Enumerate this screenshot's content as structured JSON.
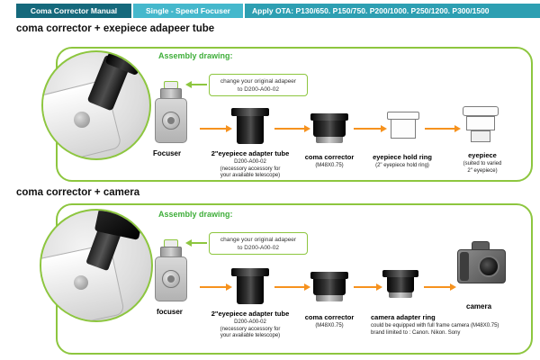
{
  "header": {
    "title": "Coma Corrector Manual",
    "focuser_type": "Single - Speed Focuser",
    "apply_ota": "Apply OTA: P130/650. P150/750. P200/1000. P250/1200. P300/1500"
  },
  "colors": {
    "green_accent": "#8dc63f",
    "arrow_orange": "#f6921e",
    "teal_dark": "#15697c",
    "teal_light": "#45b8cc",
    "teal_mid": "#2d9fb2"
  },
  "section1": {
    "heading": "coma corrector + exepiece adapeer tube",
    "assembly_label": "Assembly drawing:",
    "note_line1": "change your original adapeer",
    "note_line2": "to D200-A00-02",
    "focuser_label": "Focuser",
    "adapter_name": "2\"eyepiece adapter tube",
    "adapter_code": "D200-A00-02",
    "adapter_desc1": "(necessory accessory for",
    "adapter_desc2": "your available telescope)",
    "corrector_name": "coma corrector",
    "corrector_spec": "(M48X0.75)",
    "holdring_name": "eyepiece hold ring",
    "holdring_spec": "(2\" eyepiece hold ring)",
    "eyepiece_name": "eyepiece",
    "eyepiece_spec1": "(suited to varied",
    "eyepiece_spec2": "2\" eyepiece)"
  },
  "section2": {
    "heading": "coma corrector + camera",
    "assembly_label": "Assembly drawing:",
    "note_line1": "change your original adapeer",
    "note_line2": "to D200-A00-02",
    "focuser_label": "focuser",
    "adapter_name": "2\"eyepiece adapter tube",
    "adapter_code": "D200-A00-02",
    "adapter_desc1": "(necessory accessory for",
    "adapter_desc2": "your available telescope)",
    "corrector_name": "coma corrector",
    "corrector_spec": "(M48X0.75)",
    "cameraring_name": "camera adapter ring",
    "cameraring_desc1": "could be equipped with full frame camera (M48X0.75)",
    "cameraring_desc2": "brand limited to : Canon. Nikon. Sony",
    "camera_label": "camera"
  }
}
